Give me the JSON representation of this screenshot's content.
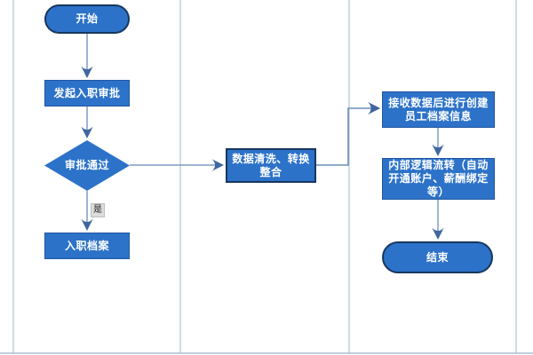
{
  "diagram": {
    "type": "flowchart",
    "title": "",
    "nodes": {
      "start": {
        "label": "开始",
        "shape": "terminator"
      },
      "initiate": {
        "label": "发起入职审批",
        "shape": "process"
      },
      "decision": {
        "label": "审批通过",
        "shape": "decision"
      },
      "archive": {
        "label": "入职档案",
        "shape": "process"
      },
      "clean": {
        "label": "数据清洗、转换整合",
        "shape": "process"
      },
      "receive": {
        "label": "接收数据后进行创建员工档案信息",
        "shape": "process"
      },
      "internal": {
        "label": "内部逻辑流转（自动开通账户、薪酬绑定等）",
        "shape": "process"
      },
      "end": {
        "label": "结束",
        "shape": "terminator"
      }
    },
    "edges": [
      {
        "from": "start",
        "to": "initiate",
        "label": ""
      },
      {
        "from": "initiate",
        "to": "decision",
        "label": ""
      },
      {
        "from": "decision",
        "to": "archive",
        "label": "是"
      },
      {
        "from": "decision",
        "to": "clean",
        "label": ""
      },
      {
        "from": "clean",
        "to": "receive",
        "label": ""
      },
      {
        "from": "receive",
        "to": "internal",
        "label": ""
      },
      {
        "from": "internal",
        "to": "end",
        "label": ""
      }
    ],
    "colors": {
      "node_fill": "#2C72C8",
      "node_border": "#2456A0",
      "terminator_border": "#17375E",
      "node_text": "#FFFFFF",
      "connector": "#7D9CC4",
      "arrowhead": "#3F66A0",
      "lane_line": "#B7C9DC",
      "bottom_border": "#A9BED6",
      "edge_label_bg": "#DCDCDC",
      "edge_label_text": "#1A1A1A"
    }
  }
}
